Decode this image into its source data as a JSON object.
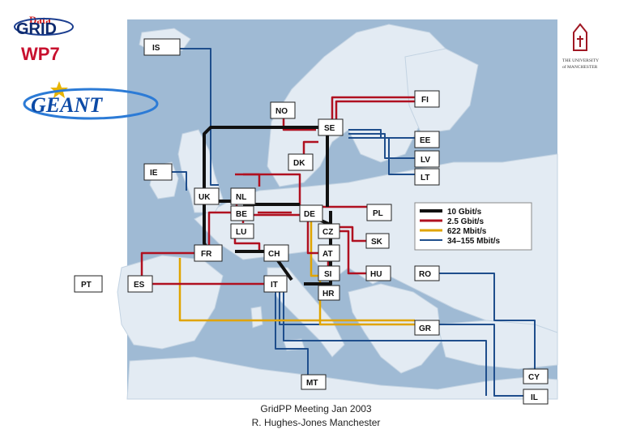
{
  "logo": {
    "datagrid_top": "Data",
    "datagrid_main": "GRID",
    "wp": "WP7",
    "geant": "GEANT",
    "university_line1": "THE UNIVERSITY",
    "university_line2": "of MANCHESTER"
  },
  "nodes": {
    "IS": "IS",
    "NO": "NO",
    "FI": "FI",
    "SE": "SE",
    "EE": "EE",
    "LV": "LV",
    "LT": "LT",
    "DK": "DK",
    "IE": "IE",
    "UK": "UK",
    "NL": "NL",
    "BE": "BE",
    "LU": "LU",
    "DE": "DE",
    "PL": "PL",
    "CZ": "CZ",
    "SK": "SK",
    "FR": "FR",
    "CH": "CH",
    "AT": "AT",
    "SI": "SI",
    "HU": "HU",
    "RO": "RO",
    "PT": "PT",
    "ES": "ES",
    "IT": "IT",
    "HR": "HR",
    "GR": "GR",
    "MT": "MT",
    "CY": "CY",
    "IL": "IL"
  },
  "legend": [
    {
      "label": "10 Gbit/s",
      "color": "#111111"
    },
    {
      "label": "2.5 Gbit/s",
      "color": "#b01020"
    },
    {
      "label": "622 Mbit/s",
      "color": "#e0a400"
    },
    {
      "label": "34–155 Mbit/s",
      "color": "#1f4e8c"
    }
  ],
  "footer": {
    "line1": "GridPP Meeting Jan 2003",
    "line2": "R. Hughes-Jones Manchester"
  }
}
